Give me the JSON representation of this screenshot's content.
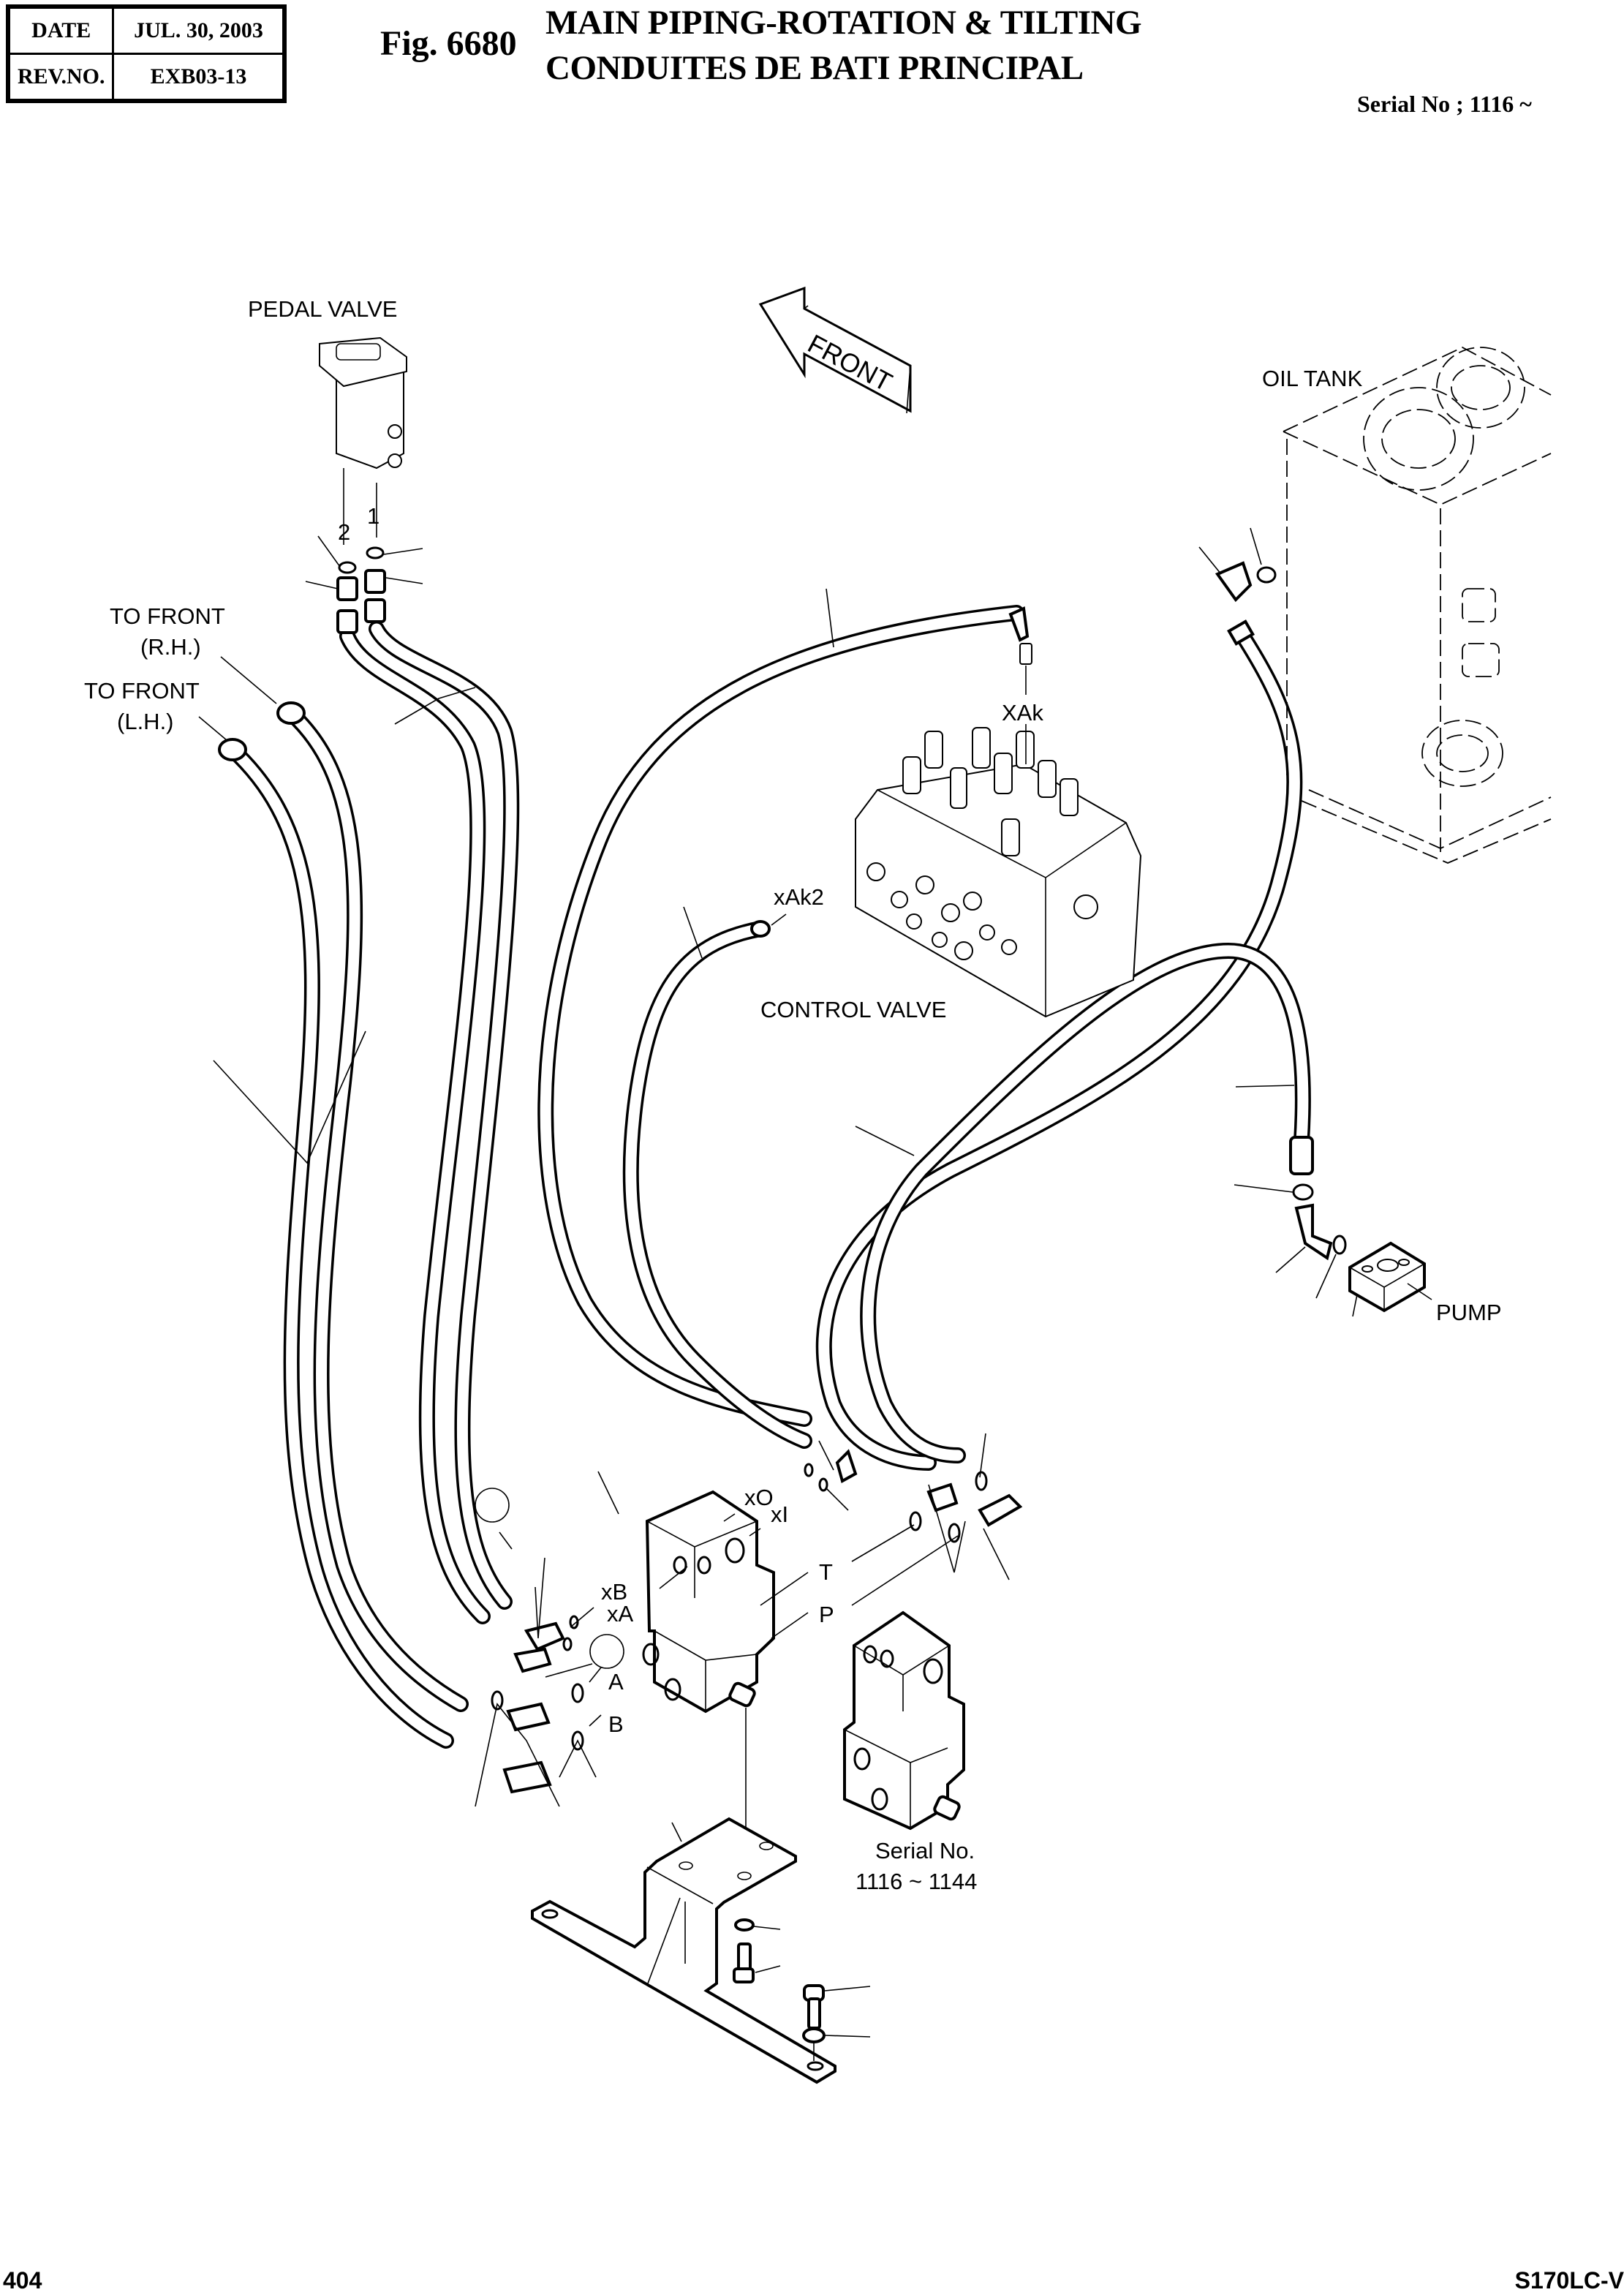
{
  "header": {
    "date_label": "DATE",
    "date_value": "JUL. 30, 2003",
    "rev_label": "REV.NO.",
    "rev_value": "EXB03-13",
    "figure_number": "Fig. 6680",
    "title_en": "MAIN PIPING-ROTATION & TILTING",
    "title_fr": "CONDUITES DE BATI PRINCIPAL",
    "serial_range": "Serial No ; 1116 ~"
  },
  "diagram": {
    "labels": {
      "pedal_valve": "PEDAL VALVE",
      "port_2": "2",
      "port_1": "1",
      "to_front_rh_1": "TO FRONT",
      "to_front_rh_2": "(R.H.)",
      "to_front_lh_1": "TO FRONT",
      "to_front_lh_2": "(L.H.)",
      "front_arrow": "FRONT",
      "oil_tank": "OIL TANK",
      "xak": "XAk",
      "xak2": "xAk2",
      "control_valve": "CONTROL VALVE",
      "pump": "PUMP",
      "xo": "xO",
      "xi": "xI",
      "xb": "xB",
      "xa": "xA",
      "t": "T",
      "p": "P",
      "a": "A",
      "b": "B",
      "variant_serial_1": "Serial No.",
      "variant_serial_2": "1116 ~ 1144"
    }
  },
  "footer": {
    "page_number": "404",
    "model": "S170LC-V"
  }
}
